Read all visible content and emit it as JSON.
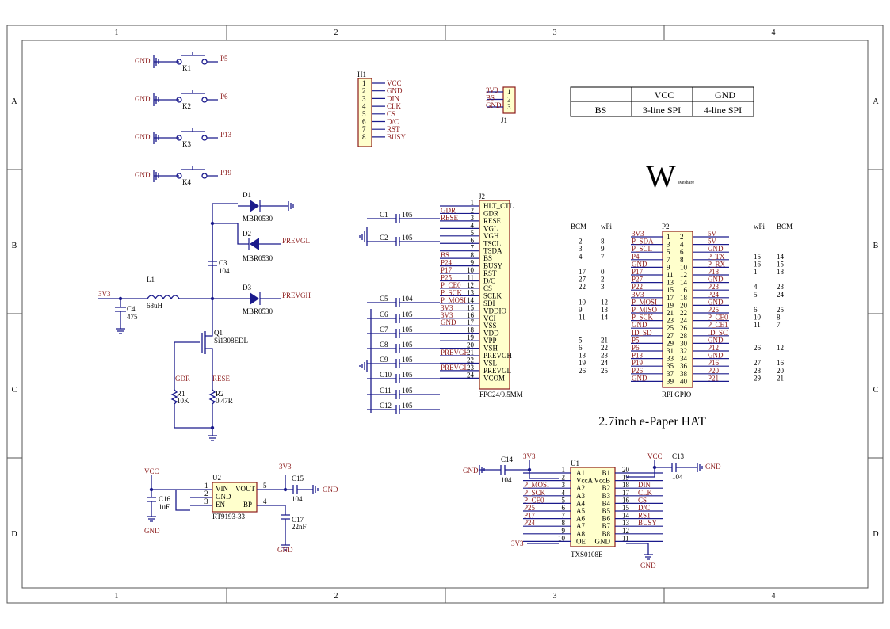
{
  "frame": {
    "col_labels": [
      "1",
      "2",
      "3",
      "4"
    ],
    "row_labels": [
      "A",
      "B",
      "C",
      "D"
    ]
  },
  "title": "2.7inch e-Paper HAT",
  "logo": {
    "big": "W",
    "small": "aveshare"
  },
  "buttons": [
    {
      "ref": "K1",
      "gnd": "GND",
      "net": "P5"
    },
    {
      "ref": "K2",
      "gnd": "GND",
      "net": "P6"
    },
    {
      "ref": "K3",
      "gnd": "GND",
      "net": "P13"
    },
    {
      "ref": "K4",
      "gnd": "GND",
      "net": "P19"
    }
  ],
  "h1": {
    "ref": "H1",
    "pins": [
      "1",
      "2",
      "3",
      "4",
      "5",
      "6",
      "7",
      "8"
    ],
    "nets": [
      "VCC",
      "GND",
      "DIN",
      "CLK",
      "CS",
      "D/C",
      "RST",
      "BUSY"
    ]
  },
  "j1": {
    "ref": "J1",
    "pins": [
      "1",
      "2",
      "3"
    ],
    "nets": [
      "3V3",
      "BS",
      "GND"
    ]
  },
  "bs_table": {
    "header": [
      "",
      "VCC",
      "GND"
    ],
    "row": [
      "BS",
      "3-line SPI",
      "4-line SPI"
    ]
  },
  "power": {
    "input": "3V3",
    "c4": "C4",
    "c4_val": "475",
    "l1": "L1",
    "l1_val": "68uH",
    "c3": "C3",
    "c3_val": "104",
    "d1": "D1",
    "d2": "D2",
    "d3": "D3",
    "diode_part": "MBR0530",
    "prevgl": "PREVGL",
    "prevgh": "PREVGH",
    "q1": "Q1",
    "q1_part": "Si1308EDL",
    "gdr": "GDR",
    "rese": "RESE",
    "r1": "R1",
    "r1_val": "10K",
    "r2": "R2",
    "r2_val": "0.47R"
  },
  "j2": {
    "ref": "J2",
    "part": "FPC24/0.5MM",
    "pins": [
      "1",
      "2",
      "3",
      "4",
      "5",
      "6",
      "7",
      "8",
      "9",
      "10",
      "11",
      "12",
      "13",
      "14",
      "15",
      "16",
      "17",
      "18",
      "19",
      "20",
      "21",
      "22",
      "23",
      "24"
    ],
    "names": [
      "HLT_CTL",
      "GDR",
      "RESE",
      "VGL",
      "VGH",
      "TSCL",
      "TSDA",
      "BS",
      "BUSY",
      "RST",
      "D/C",
      "CS",
      "SCLK",
      "SDI",
      "VDDIO",
      "VCI",
      "VSS",
      "VDD",
      "VPP",
      "VSH",
      "PREVGH",
      "VSL",
      "PREVGL",
      "VCOM"
    ],
    "nets": {
      "2": "GDR",
      "3": "RESE",
      "8": "BS",
      "9": "P24",
      "10": "P17",
      "11": "P25",
      "12": "P_CE0",
      "13": "P_SCK",
      "14": "P_MOSI",
      "15": "3V3",
      "16": "3V3",
      "17": "GND",
      "21": "PREVGH",
      "23": "PREVGL"
    },
    "caps": [
      {
        "ref": "C1",
        "val": "105"
      },
      {
        "ref": "C2",
        "val": "105"
      },
      {
        "ref": "C5",
        "val": "104"
      },
      {
        "ref": "C6",
        "val": "105"
      },
      {
        "ref": "C7",
        "val": "105"
      },
      {
        "ref": "C8",
        "val": "105"
      },
      {
        "ref": "C9",
        "val": "105"
      },
      {
        "ref": "C10",
        "val": "105"
      },
      {
        "ref": "C11",
        "val": "105"
      },
      {
        "ref": "C12",
        "val": "105"
      }
    ]
  },
  "p2": {
    "ref": "P2",
    "part": "RPI GPIO",
    "head_left": [
      "BCM",
      "wPi"
    ],
    "head_right": [
      "wPi",
      "BCM"
    ],
    "rows": [
      {
        "bcm_l": "",
        "wpi_l": "",
        "net_l": "3V3",
        "pin_l": "1",
        "pin_r": "2",
        "net_r": "5V",
        "wpi_r": "",
        "bcm_r": ""
      },
      {
        "bcm_l": "2",
        "wpi_l": "8",
        "net_l": "P_SDA",
        "pin_l": "3",
        "pin_r": "4",
        "net_r": "5V",
        "wpi_r": "",
        "bcm_r": ""
      },
      {
        "bcm_l": "3",
        "wpi_l": "9",
        "net_l": "P_SCL",
        "pin_l": "5",
        "pin_r": "6",
        "net_r": "GND",
        "wpi_r": "",
        "bcm_r": ""
      },
      {
        "bcm_l": "4",
        "wpi_l": "7",
        "net_l": "P4",
        "pin_l": "7",
        "pin_r": "8",
        "net_r": "P_TX",
        "wpi_r": "15",
        "bcm_r": "14"
      },
      {
        "bcm_l": "",
        "wpi_l": "",
        "net_l": "GND",
        "pin_l": "9",
        "pin_r": "10",
        "net_r": "P_RX",
        "wpi_r": "16",
        "bcm_r": "15"
      },
      {
        "bcm_l": "17",
        "wpi_l": "0",
        "net_l": "P17",
        "pin_l": "11",
        "pin_r": "12",
        "net_r": "P18",
        "wpi_r": "1",
        "bcm_r": "18"
      },
      {
        "bcm_l": "27",
        "wpi_l": "2",
        "net_l": "P27",
        "pin_l": "13",
        "pin_r": "14",
        "net_r": "GND",
        "wpi_r": "",
        "bcm_r": ""
      },
      {
        "bcm_l": "22",
        "wpi_l": "3",
        "net_l": "P22",
        "pin_l": "15",
        "pin_r": "16",
        "net_r": "P23",
        "wpi_r": "4",
        "bcm_r": "23"
      },
      {
        "bcm_l": "",
        "wpi_l": "",
        "net_l": "3V3",
        "pin_l": "17",
        "pin_r": "18",
        "net_r": "P24",
        "wpi_r": "5",
        "bcm_r": "24"
      },
      {
        "bcm_l": "10",
        "wpi_l": "12",
        "net_l": "P_MOSI",
        "pin_l": "19",
        "pin_r": "20",
        "net_r": "GND",
        "wpi_r": "",
        "bcm_r": ""
      },
      {
        "bcm_l": "9",
        "wpi_l": "13",
        "net_l": "P_MISO",
        "pin_l": "21",
        "pin_r": "22",
        "net_r": "P25",
        "wpi_r": "6",
        "bcm_r": "25"
      },
      {
        "bcm_l": "11",
        "wpi_l": "14",
        "net_l": "P_SCK",
        "pin_l": "23",
        "pin_r": "24",
        "net_r": "P_CE0",
        "wpi_r": "10",
        "bcm_r": "8"
      },
      {
        "bcm_l": "",
        "wpi_l": "",
        "net_l": "GND",
        "pin_l": "25",
        "pin_r": "26",
        "net_r": "P_CE1",
        "wpi_r": "11",
        "bcm_r": "7"
      },
      {
        "bcm_l": "",
        "wpi_l": "",
        "net_l": "ID_SD",
        "pin_l": "27",
        "pin_r": "28",
        "net_r": "ID_SC",
        "wpi_r": "",
        "bcm_r": ""
      },
      {
        "bcm_l": "5",
        "wpi_l": "21",
        "net_l": "P5",
        "pin_l": "29",
        "pin_r": "30",
        "net_r": "GND",
        "wpi_r": "",
        "bcm_r": ""
      },
      {
        "bcm_l": "6",
        "wpi_l": "22",
        "net_l": "P6",
        "pin_l": "31",
        "pin_r": "32",
        "net_r": "P12",
        "wpi_r": "26",
        "bcm_r": "12"
      },
      {
        "bcm_l": "13",
        "wpi_l": "23",
        "net_l": "P13",
        "pin_l": "33",
        "pin_r": "34",
        "net_r": "GND",
        "wpi_r": "",
        "bcm_r": ""
      },
      {
        "bcm_l": "19",
        "wpi_l": "24",
        "net_l": "P19",
        "pin_l": "35",
        "pin_r": "36",
        "net_r": "P16",
        "wpi_r": "27",
        "bcm_r": "16"
      },
      {
        "bcm_l": "26",
        "wpi_l": "25",
        "net_l": "P26",
        "pin_l": "37",
        "pin_r": "38",
        "net_r": "P20",
        "wpi_r": "28",
        "bcm_r": "20"
      },
      {
        "bcm_l": "",
        "wpi_l": "",
        "net_l": "GND",
        "pin_l": "39",
        "pin_r": "40",
        "net_r": "P21",
        "wpi_r": "29",
        "bcm_r": "21"
      }
    ]
  },
  "u2": {
    "ref": "U2",
    "part": "RT9193-33",
    "vcc": "VCC",
    "gnd": "GND",
    "v3": "3V3",
    "pins": {
      "vin": "VIN",
      "gnd": "GND",
      "en": "EN",
      "vout": "VOUT",
      "bp": "BP"
    },
    "pin_nums": [
      "1",
      "2",
      "3",
      "5",
      "4"
    ],
    "c15": "C15",
    "c15_val": "104",
    "c16": "C16",
    "c16_val": "1uF",
    "c17": "C17",
    "c17_val": "22nF"
  },
  "u1": {
    "ref": "U1",
    "part": "TXS0108E",
    "v3": "3V3",
    "vcc": "VCC",
    "gnd": "GND",
    "c14": "C14",
    "c14_val": "104",
    "c13": "C13",
    "c13_val": "104",
    "left": [
      {
        "pin": "1",
        "name": "A1",
        "net": ""
      },
      {
        "pin": "2",
        "name": "VccA",
        "net": ""
      },
      {
        "pin": "3",
        "name": "A2",
        "net": "P_MOSI"
      },
      {
        "pin": "4",
        "name": "A3",
        "net": "P_SCK"
      },
      {
        "pin": "5",
        "name": "A4",
        "net": "P_CE0"
      },
      {
        "pin": "6",
        "name": "A5",
        "net": "P25"
      },
      {
        "pin": "7",
        "name": "A6",
        "net": "P17"
      },
      {
        "pin": "8",
        "name": "A7",
        "net": "P24"
      },
      {
        "pin": "9",
        "name": "A8",
        "net": ""
      },
      {
        "pin": "10",
        "name": "OE",
        "net": ""
      }
    ],
    "right": [
      {
        "pin": "20",
        "name": "B1",
        "net": ""
      },
      {
        "pin": "19",
        "name": "VccB",
        "net": ""
      },
      {
        "pin": "18",
        "name": "B2",
        "net": "DIN"
      },
      {
        "pin": "17",
        "name": "B3",
        "net": "CLK"
      },
      {
        "pin": "16",
        "name": "B4",
        "net": "CS"
      },
      {
        "pin": "15",
        "name": "B5",
        "net": "D/C"
      },
      {
        "pin": "14",
        "name": "B6",
        "net": "RST"
      },
      {
        "pin": "13",
        "name": "B7",
        "net": "BUSY"
      },
      {
        "pin": "12",
        "name": "B8",
        "net": ""
      },
      {
        "pin": "11",
        "name": "GND",
        "net": ""
      }
    ]
  }
}
